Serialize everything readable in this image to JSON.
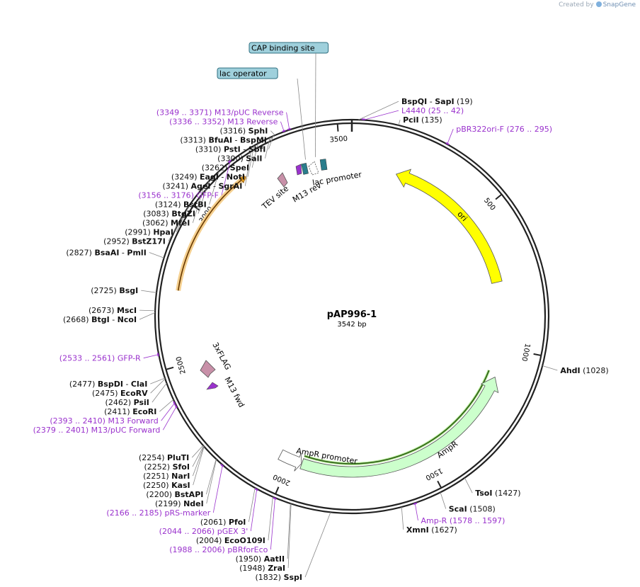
{
  "credit": {
    "prefix": "Created by",
    "brand": "SnapGene"
  },
  "plasmid": {
    "name": "pAP996-1",
    "length_label": "3542 bp",
    "length": 3542
  },
  "colors": {
    "enzyme_text": "#111111",
    "primer": "#9a32cd",
    "ori": "#ffff00",
    "ampr": "#ccffcc",
    "gfp_f_arrow": "#e8a020",
    "cap_box": "#9fd0dc",
    "lac_promoter": "#2a7d8c",
    "tev": "#c890a8",
    "flag": "#c890a8"
  },
  "ticks": [
    {
      "label": "500",
      "pos": 500
    },
    {
      "label": "1000",
      "pos": 1000
    },
    {
      "label": "1500",
      "pos": 1500
    },
    {
      "label": "2000",
      "pos": 2000
    },
    {
      "label": "2500",
      "pos": 2500
    },
    {
      "label": "3000",
      "pos": 3000
    },
    {
      "label": "3500",
      "pos": 3500
    }
  ],
  "features": [
    {
      "name": "ori",
      "label": "ori",
      "start": 170,
      "end": 755,
      "direction": "rev",
      "color": "#ffff00"
    },
    {
      "name": "ampr",
      "label": "AmpR",
      "start": 1096,
      "end": 1956,
      "direction": "rev",
      "color": "#ccffcc"
    },
    {
      "name": "ampr-promoter",
      "label": "AmpR promoter",
      "start": 1957,
      "end": 2061,
      "direction": "rev",
      "color": "#ffffff"
    },
    {
      "name": "gfp-f-arrow",
      "label": "",
      "start": 2740,
      "end": 3176,
      "direction": "fwd",
      "color": "#e8a020"
    },
    {
      "name": "3xflag",
      "label": "3xFLAG",
      "direction": "fwd",
      "color": "#c890a8"
    },
    {
      "name": "tev-site",
      "label": "TEV site",
      "direction": "fwd",
      "color": "#c890a8"
    },
    {
      "name": "m13-rev",
      "label": "M13 rev",
      "color": "#9a32cd"
    },
    {
      "name": "m13-fwd",
      "label": "M13 fwd",
      "color": "#9a32cd"
    },
    {
      "name": "lac-promoter",
      "label": "lac promoter",
      "color": "#2a7d8c"
    }
  ],
  "boxed_labels": [
    {
      "name": "cap-binding-site",
      "label": "CAP binding site",
      "pos": 3415
    },
    {
      "name": "lac-operator",
      "label": "lac operator",
      "pos": 3380
    }
  ],
  "labels": [
    {
      "pos": 19,
      "kind": "enzyme",
      "name": "BspQI",
      "extra": "SapI",
      "coord": "(19)"
    },
    {
      "pos": 33,
      "kind": "primer",
      "name": "L4440",
      "coord": "(25 .. 42)"
    },
    {
      "pos": 135,
      "kind": "enzyme",
      "name": "PciI",
      "coord": "(135)"
    },
    {
      "pos": 285,
      "kind": "primer",
      "name": "pBR322ori-F",
      "coord": "(276 .. 295)"
    },
    {
      "pos": 1028,
      "kind": "enzyme",
      "name": "AhdI",
      "coord": "(1028)"
    },
    {
      "pos": 1427,
      "kind": "enzyme",
      "name": "TsoI",
      "coord": "(1427)"
    },
    {
      "pos": 1508,
      "kind": "enzyme",
      "name": "ScaI",
      "coord": "(1508)"
    },
    {
      "pos": 1587,
      "kind": "primer",
      "name": "Amp-R",
      "coord": "(1578 .. 1597)"
    },
    {
      "pos": 1627,
      "kind": "enzyme",
      "name": "XmnI",
      "coord": "(1627)"
    },
    {
      "pos": 1832,
      "kind": "enzyme",
      "name": "SspI",
      "coord": "(1832)"
    },
    {
      "pos": 1948,
      "kind": "enzyme",
      "name": "ZraI",
      "coord": "(1948)"
    },
    {
      "pos": 1950,
      "kind": "enzyme",
      "name": "AatII",
      "coord": "(1950)"
    },
    {
      "pos": 1997,
      "kind": "primer",
      "name": "pBRforEco",
      "coord": "(1988 .. 2006)"
    },
    {
      "pos": 2004,
      "kind": "enzyme",
      "name": "EcoO109I",
      "coord": "(2004)"
    },
    {
      "pos": 2061,
      "kind": "enzyme",
      "name": "PfoI",
      "coord": "(2061)"
    },
    {
      "pos": 2055,
      "kind": "primer",
      "name": "pGEX 3'",
      "coord": "(2044 .. 2066)"
    },
    {
      "pos": 2175,
      "kind": "primer",
      "name": "pRS-marker",
      "coord": "(2166 .. 2185)"
    },
    {
      "pos": 2199,
      "kind": "enzyme",
      "name": "NdeI",
      "coord": "(2199)"
    },
    {
      "pos": 2200,
      "kind": "enzyme",
      "name": "BstAPI",
      "coord": "(2200)"
    },
    {
      "pos": 2250,
      "kind": "enzyme",
      "name": "KasI",
      "coord": "(2250)"
    },
    {
      "pos": 2251,
      "kind": "enzyme",
      "name": "NarI",
      "coord": "(2251)"
    },
    {
      "pos": 2252,
      "kind": "enzyme",
      "name": "SfoI",
      "coord": "(2252)"
    },
    {
      "pos": 2254,
      "kind": "enzyme",
      "name": "PluTI",
      "coord": "(2254)"
    },
    {
      "pos": 2390,
      "kind": "primer",
      "name": "M13/pUC Forward",
      "coord": "(2379 .. 2401)"
    },
    {
      "pos": 2401,
      "kind": "primer",
      "name": "M13 Forward",
      "coord": "(2393 .. 2410)"
    },
    {
      "pos": 2411,
      "kind": "enzyme",
      "name": "EcoRI",
      "coord": "(2411)"
    },
    {
      "pos": 2462,
      "kind": "enzyme",
      "name": "PsiI",
      "coord": "(2462)"
    },
    {
      "pos": 2475,
      "kind": "enzyme",
      "name": "EcoRV",
      "coord": "(2475)"
    },
    {
      "pos": 2477,
      "kind": "enzyme",
      "name": "BspDI",
      "extra": "ClaI",
      "coord": "(2477)"
    },
    {
      "pos": 2547,
      "kind": "primer",
      "name": "GFP-R",
      "coord": "(2533 .. 2561)"
    },
    {
      "pos": 2668,
      "kind": "enzyme",
      "name": "BtgI",
      "extra": "NcoI",
      "coord": "(2668)"
    },
    {
      "pos": 2673,
      "kind": "enzyme",
      "name": "MscI",
      "coord": "(2673)"
    },
    {
      "pos": 2725,
      "kind": "enzyme",
      "name": "BsgI",
      "coord": "(2725)"
    },
    {
      "pos": 2827,
      "kind": "enzyme",
      "name": "BsaAI",
      "extra": "PmlI",
      "coord": "(2827)"
    },
    {
      "pos": 2952,
      "kind": "enzyme",
      "name": "BstZ17I",
      "coord": "(2952)"
    },
    {
      "pos": 2991,
      "kind": "enzyme",
      "name": "HpaI",
      "coord": "(2991)"
    },
    {
      "pos": 3062,
      "kind": "enzyme",
      "name": "MfeI",
      "coord": "(3062)"
    },
    {
      "pos": 3083,
      "kind": "enzyme",
      "name": "BtgZI",
      "coord": "(3083)"
    },
    {
      "pos": 3124,
      "kind": "enzyme",
      "name": "BstBI",
      "coord": "(3124)"
    },
    {
      "pos": 3166,
      "kind": "primer",
      "name": "GFP-F",
      "coord": "(3156 .. 3176)"
    },
    {
      "pos": 3241,
      "kind": "enzyme",
      "name": "AgeI",
      "extra": "SgrAI",
      "coord": "(3241)"
    },
    {
      "pos": 3249,
      "kind": "enzyme",
      "name": "EagI",
      "extra": "NotI",
      "coord": "(3249)"
    },
    {
      "pos": 3262,
      "kind": "enzyme",
      "name": "SpeI",
      "coord": "(3262)"
    },
    {
      "pos": 3300,
      "kind": "enzyme",
      "name": "SalI",
      "coord": "(3300)"
    },
    {
      "pos": 3310,
      "kind": "enzyme",
      "name": "PstI",
      "extra": "SbfI",
      "coord": "(3310)"
    },
    {
      "pos": 3313,
      "kind": "enzyme",
      "name": "BfuAI",
      "extra": "BspMI",
      "coord": "(3313)"
    },
    {
      "pos": 3316,
      "kind": "enzyme",
      "name": "SphI",
      "coord": "(3316)"
    },
    {
      "pos": 3344,
      "kind": "primer",
      "name": "M13 Reverse",
      "coord": "(3336 .. 3352)"
    },
    {
      "pos": 3360,
      "kind": "primer",
      "name": "M13/pUC Reverse",
      "coord": "(3349 .. 3371)"
    }
  ]
}
